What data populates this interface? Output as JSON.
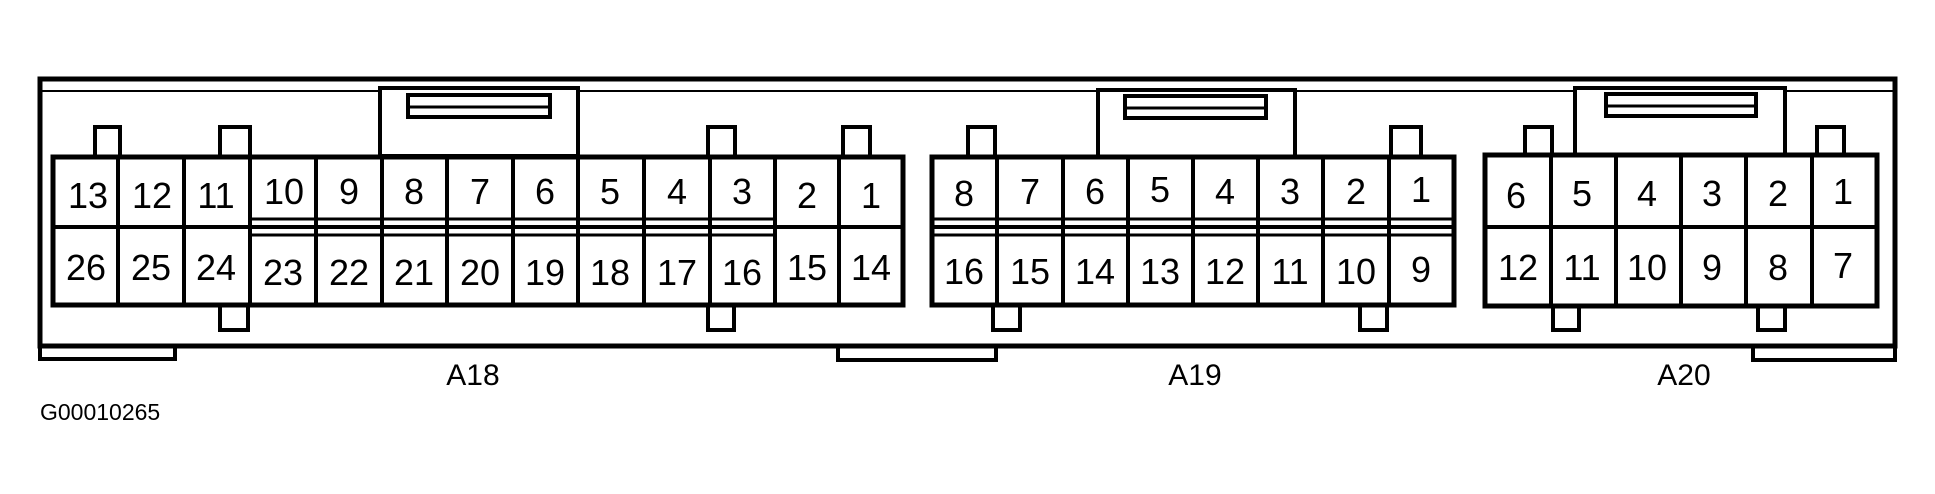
{
  "figure_id": "G00010265",
  "connectors": [
    {
      "label": "A18",
      "top_row": [
        "13",
        "12",
        "11",
        "10",
        "9",
        "8",
        "7",
        "6",
        "5",
        "4",
        "3",
        "2",
        "1"
      ],
      "bottom_row": [
        "26",
        "25",
        "24",
        "23",
        "22",
        "21",
        "20",
        "19",
        "18",
        "17",
        "16",
        "15",
        "14"
      ]
    },
    {
      "label": "A19",
      "top_row": [
        "8",
        "7",
        "6",
        "5",
        "4",
        "3",
        "2",
        "1"
      ],
      "bottom_row": [
        "16",
        "15",
        "14",
        "13",
        "12",
        "11",
        "10",
        "9"
      ]
    },
    {
      "label": "A20",
      "top_row": [
        "6",
        "5",
        "4",
        "3",
        "2",
        "1"
      ],
      "bottom_row": [
        "12",
        "11",
        "10",
        "9",
        "8",
        "7"
      ]
    }
  ]
}
